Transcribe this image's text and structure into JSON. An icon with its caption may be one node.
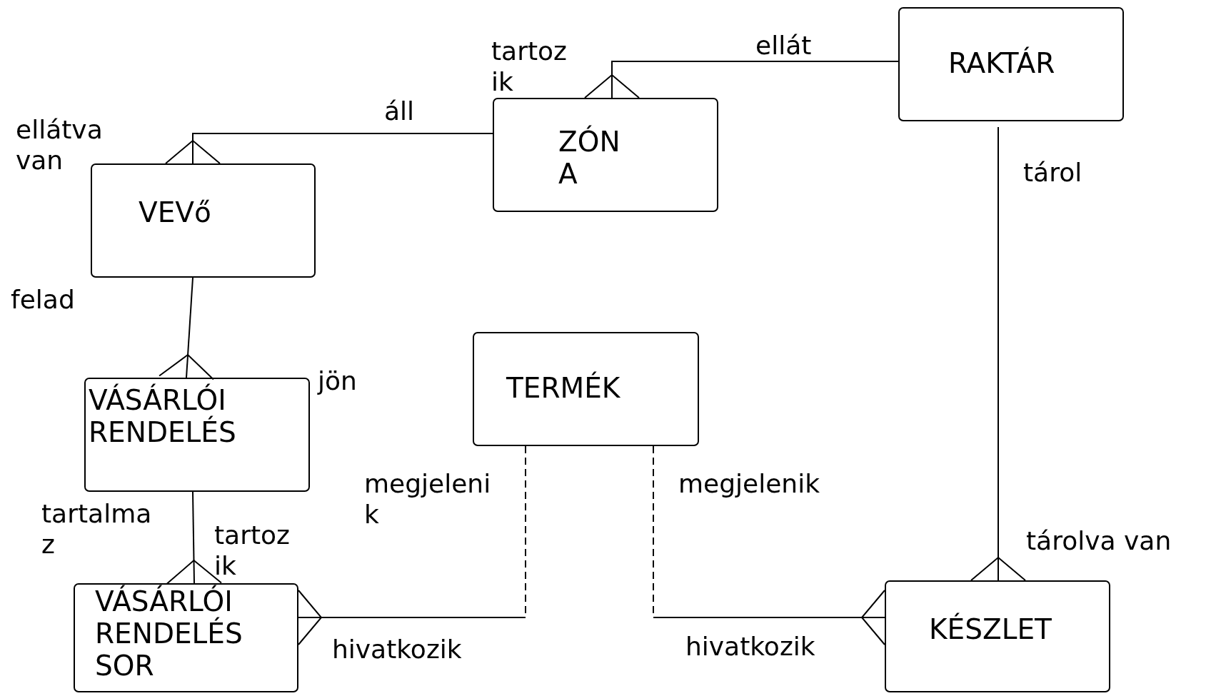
{
  "diagram": {
    "nodes": [
      {
        "text": [
          "RAKTÁR"
        ]
      },
      {
        "text": [
          "ZÓN A"
        ]
      },
      {
        "text": [
          "VEVő"
        ]
      },
      {
        "text": [
          "VÁSÁRLÓI RENDELÉS"
        ]
      },
      {
        "text": [
          "TERMÉK"
        ]
      },
      {
        "text": [
          "VÁSÁRLÓI RENDELÉS SOR"
        ]
      },
      {
        "text": [
          "KÉSZLET"
        ]
      }
    ],
    "edges": [
      {
        "from": 0,
        "to": 1,
        "arrow": "other"
      },
      {
        "from": 1,
        "to": 2,
        "arrow": "other"
      },
      {
        "from": 2,
        "to": 3,
        "arrow": "other"
      },
      {
        "from": 3,
        "to": 5,
        "arrow": "other"
      },
      {
        "from": 4,
        "to": 5,
        "arrow": "other",
        "style": "dashed"
      },
      {
        "from": 4,
        "to": 6,
        "arrow": "other",
        "style": "dashed"
      },
      {
        "from": 0,
        "to": 6,
        "arrow": "other"
      }
    ],
    "labels": [
      "tartoz ik",
      "ellát",
      "áll",
      "ellátva van",
      "tárol",
      "felad",
      "jön",
      "megjeleni k",
      "megjelenik",
      "tartalma z",
      "tartoz ik",
      "tárolva van",
      "hivatkozik",
      "hivatkozik"
    ]
  }
}
